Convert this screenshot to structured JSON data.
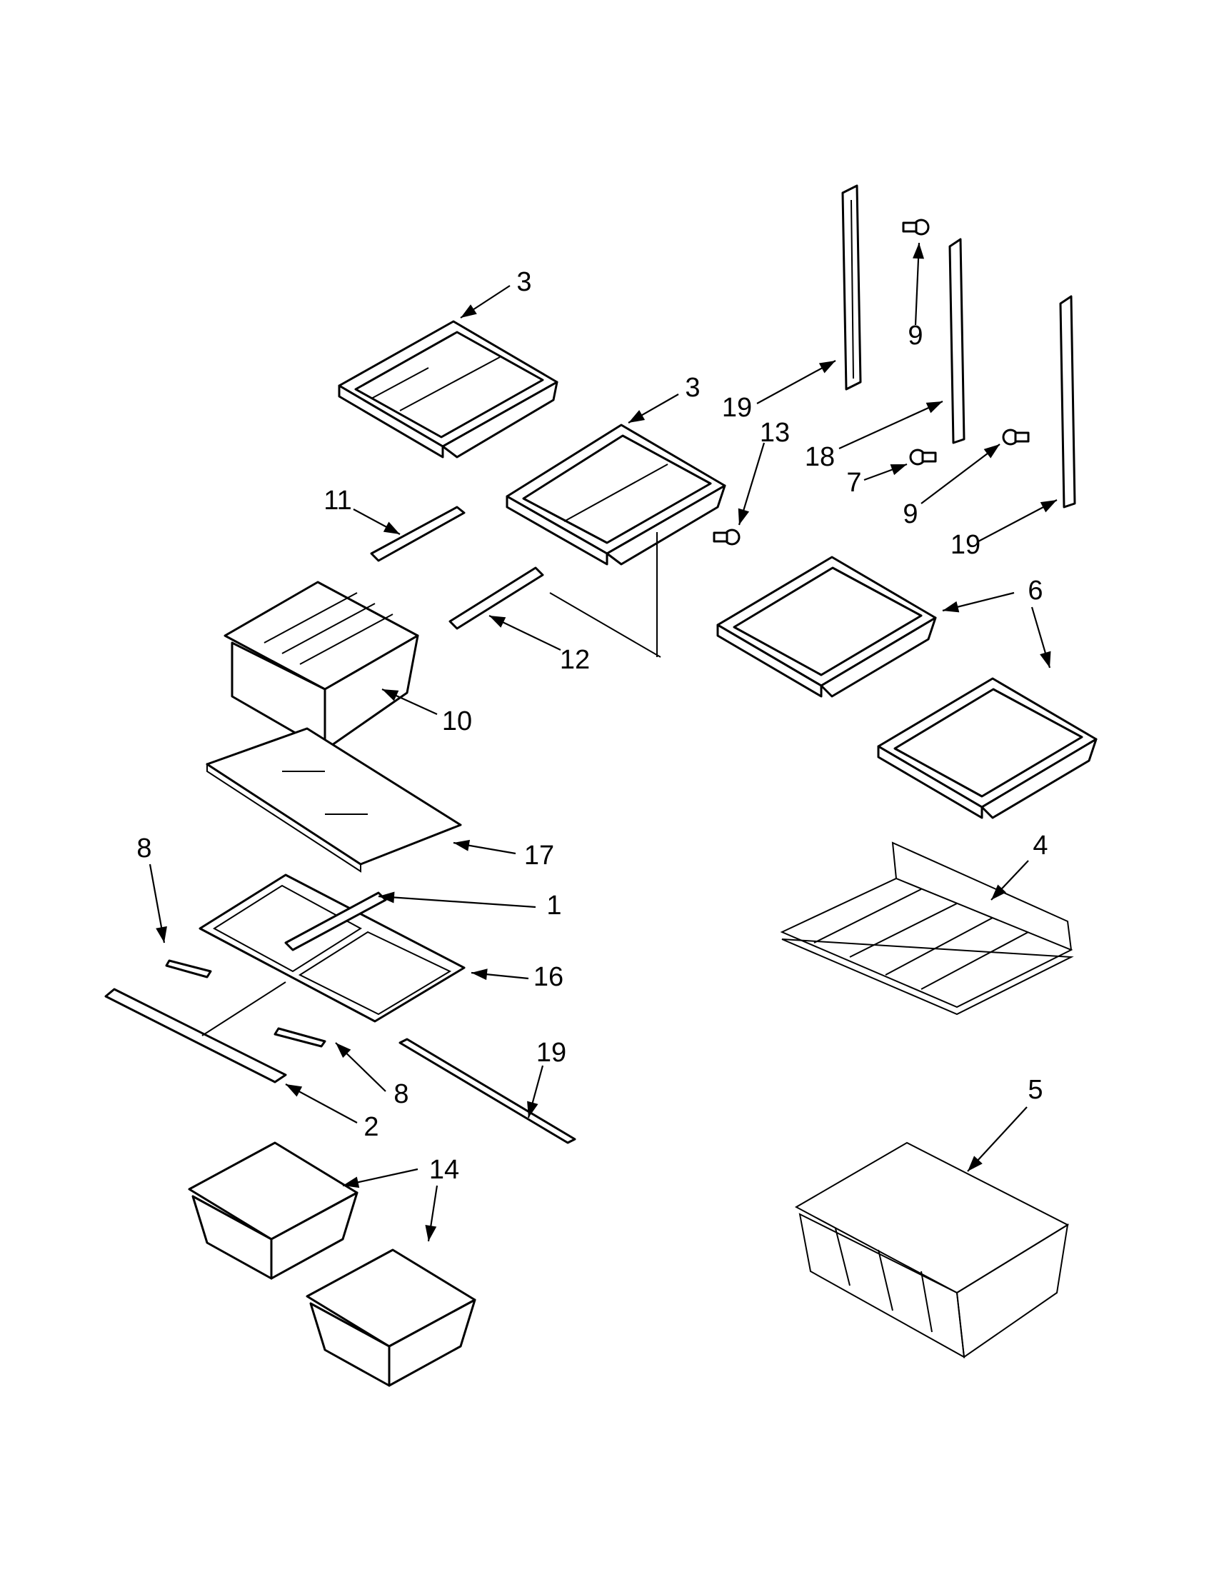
{
  "diagram": {
    "callouts": [
      {
        "id": "c3a",
        "text": "3"
      },
      {
        "id": "c3b",
        "text": "3"
      },
      {
        "id": "c13",
        "text": "13"
      },
      {
        "id": "c9a",
        "text": "9"
      },
      {
        "id": "c19a",
        "text": "19"
      },
      {
        "id": "c18",
        "text": "18"
      },
      {
        "id": "c7",
        "text": "7"
      },
      {
        "id": "c9b",
        "text": "9"
      },
      {
        "id": "c19b",
        "text": "19"
      },
      {
        "id": "c11",
        "text": "11"
      },
      {
        "id": "c12",
        "text": "12"
      },
      {
        "id": "c10",
        "text": "10"
      },
      {
        "id": "c6",
        "text": "6"
      },
      {
        "id": "c17",
        "text": "17"
      },
      {
        "id": "c8a",
        "text": "8"
      },
      {
        "id": "c1",
        "text": "1"
      },
      {
        "id": "c16",
        "text": "16"
      },
      {
        "id": "c8b",
        "text": "8"
      },
      {
        "id": "c2",
        "text": "2"
      },
      {
        "id": "c19c",
        "text": "19"
      },
      {
        "id": "c14",
        "text": "14"
      },
      {
        "id": "c4",
        "text": "4"
      },
      {
        "id": "c5",
        "text": "5"
      }
    ]
  }
}
